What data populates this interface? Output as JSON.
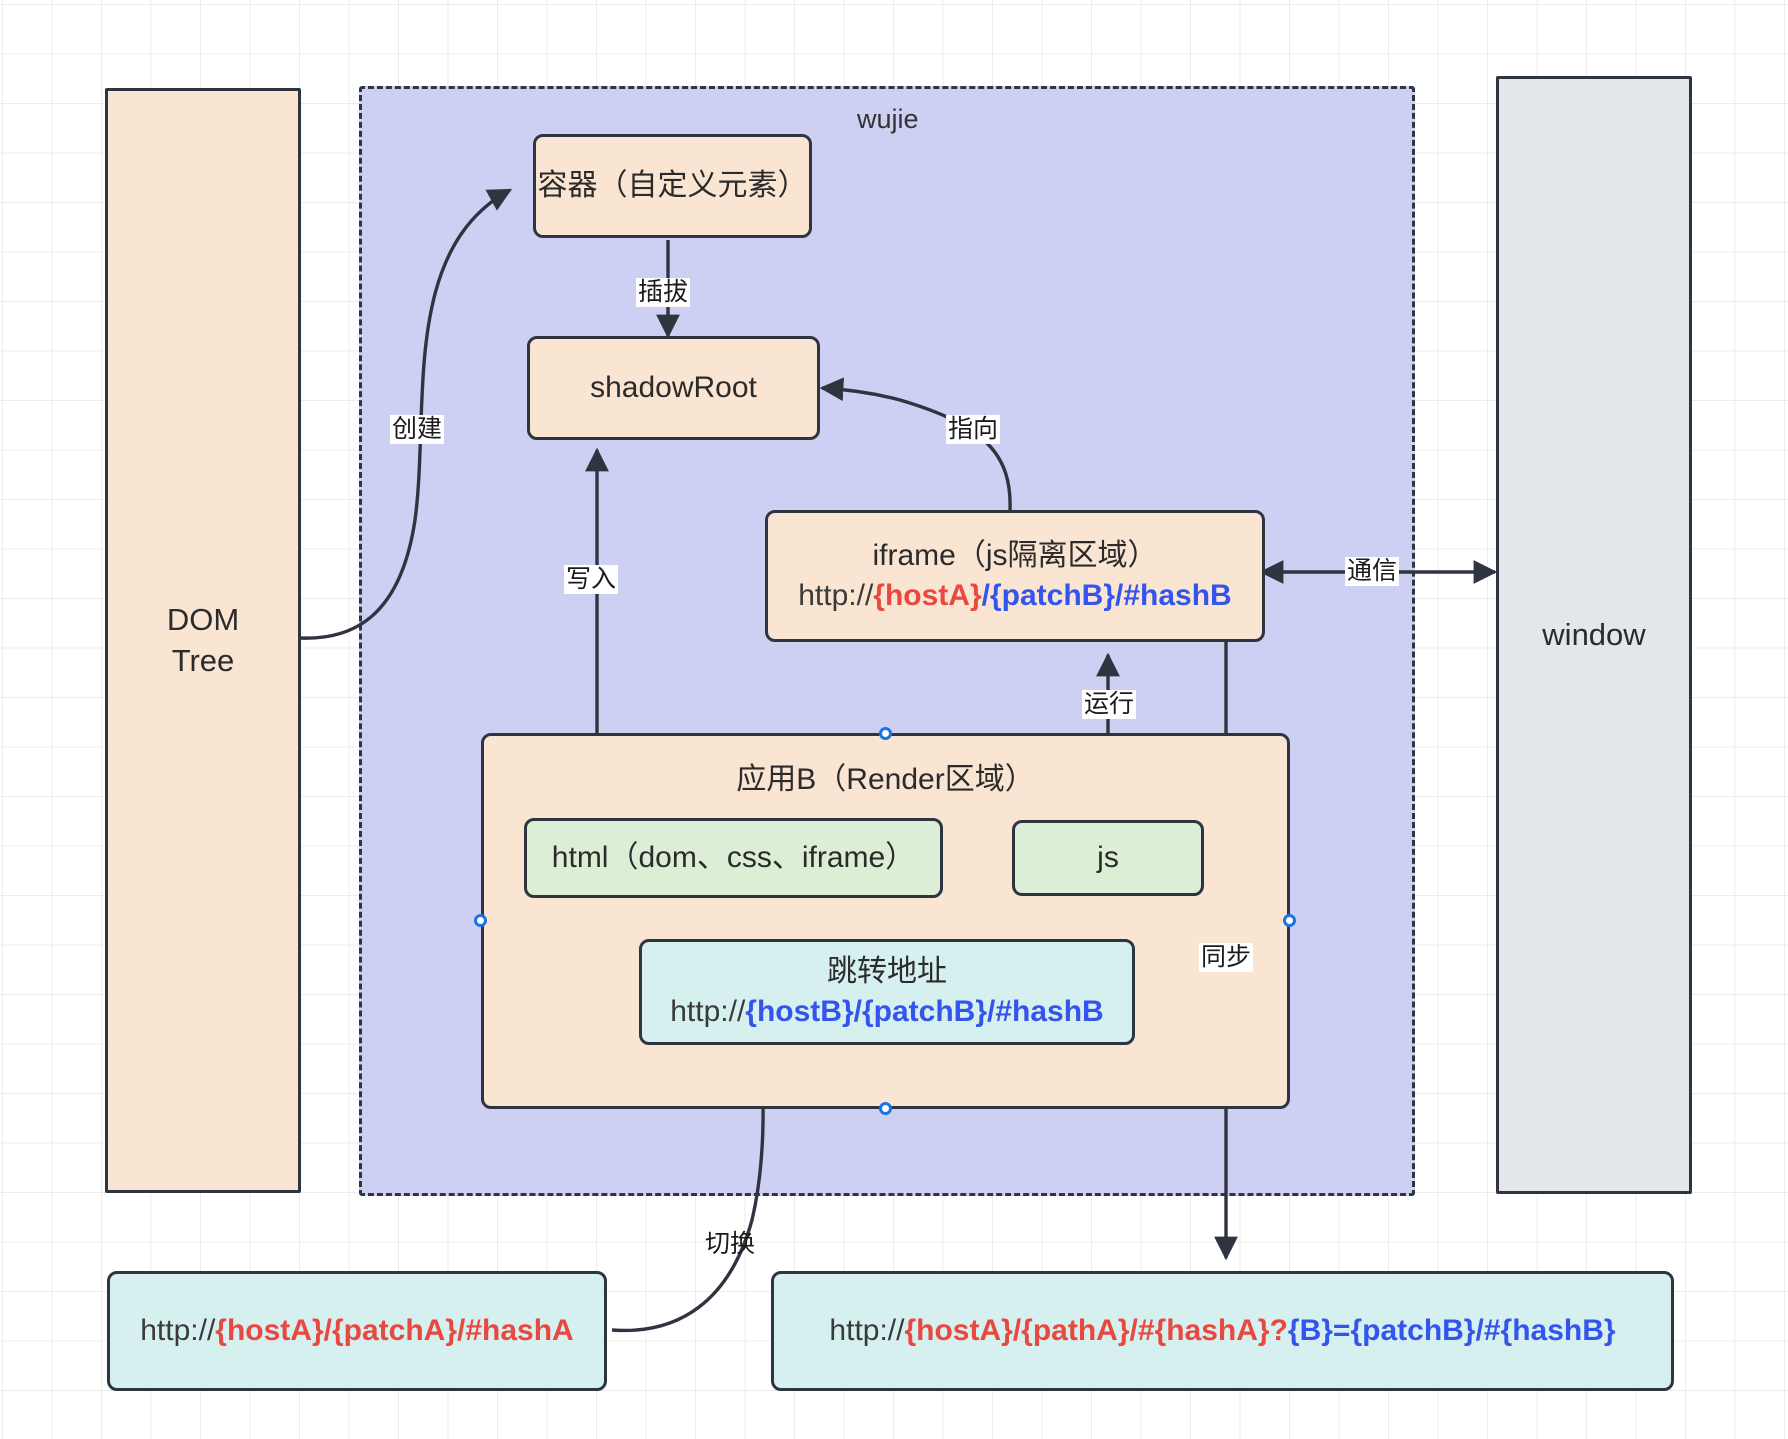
{
  "diagram": {
    "title": "wujie micro-frontend architecture",
    "region": {
      "label": "wujie"
    },
    "nodes": {
      "dom_tree": {
        "line1": "DOM",
        "line2": "Tree"
      },
      "window": {
        "label": "window"
      },
      "container": {
        "label": "容器（自定义元素）"
      },
      "shadow_root": {
        "label": "shadowRoot"
      },
      "iframe": {
        "title": "iframe（js隔离区域）",
        "url_parts": [
          {
            "text": "http://",
            "color": "plain"
          },
          {
            "text": "{hostA}",
            "color": "red"
          },
          {
            "text": "/",
            "color": "blue"
          },
          {
            "text": "{patchB}",
            "color": "blue"
          },
          {
            "text": "/#hashB",
            "color": "blue"
          }
        ]
      },
      "app_b": {
        "label": "应用B（Render区域）"
      },
      "html": {
        "label": "html（dom、css、iframe）"
      },
      "js": {
        "label": "js"
      },
      "jump_address": {
        "title": "跳转地址",
        "url_parts": [
          {
            "text": "http://",
            "color": "plain"
          },
          {
            "text": "{hostB}",
            "color": "blue"
          },
          {
            "text": "/",
            "color": "blue"
          },
          {
            "text": "{patchB}",
            "color": "blue"
          },
          {
            "text": "/#hashB",
            "color": "blue"
          }
        ]
      },
      "url_before": {
        "url_parts": [
          {
            "text": "http://",
            "color": "plain"
          },
          {
            "text": "{hostA}",
            "color": "red"
          },
          {
            "text": "/",
            "color": "red"
          },
          {
            "text": "{patchA}",
            "color": "red"
          },
          {
            "text": "/#hashA",
            "color": "red"
          }
        ]
      },
      "url_after": {
        "url_parts": [
          {
            "text": "http://",
            "color": "plain"
          },
          {
            "text": "{hostA}",
            "color": "red"
          },
          {
            "text": "/",
            "color": "red"
          },
          {
            "text": "{pathA}",
            "color": "red"
          },
          {
            "text": "/#",
            "color": "red"
          },
          {
            "text": "{hashA}",
            "color": "red"
          },
          {
            "text": "?",
            "color": "red"
          },
          {
            "text": "{B}",
            "color": "blue"
          },
          {
            "text": "=",
            "color": "blue"
          },
          {
            "text": "{patchB}",
            "color": "blue"
          },
          {
            "text": "/#",
            "color": "blue"
          },
          {
            "text": "{hashB}",
            "color": "blue"
          }
        ]
      }
    },
    "edges": {
      "create": {
        "label": "创建"
      },
      "plug": {
        "label": "插拔"
      },
      "write": {
        "label": "写入"
      },
      "point_to": {
        "label": "指向"
      },
      "run": {
        "label": "运行"
      },
      "sync": {
        "label": "同步"
      },
      "communicate": {
        "label": "通信"
      },
      "switch": {
        "label": "切换"
      }
    },
    "colors": {
      "orange_fill": "#fae5d3",
      "green_fill": "#ddeed6",
      "cyan_fill": "#d5f0ef",
      "grey_fill": "#e3e7eb",
      "purple_fill": "#cdd0f2",
      "stroke": "#2e3440",
      "url_red": "#e8483f",
      "url_blue": "#3355ee",
      "handle_blue": "#1a73e8"
    }
  }
}
